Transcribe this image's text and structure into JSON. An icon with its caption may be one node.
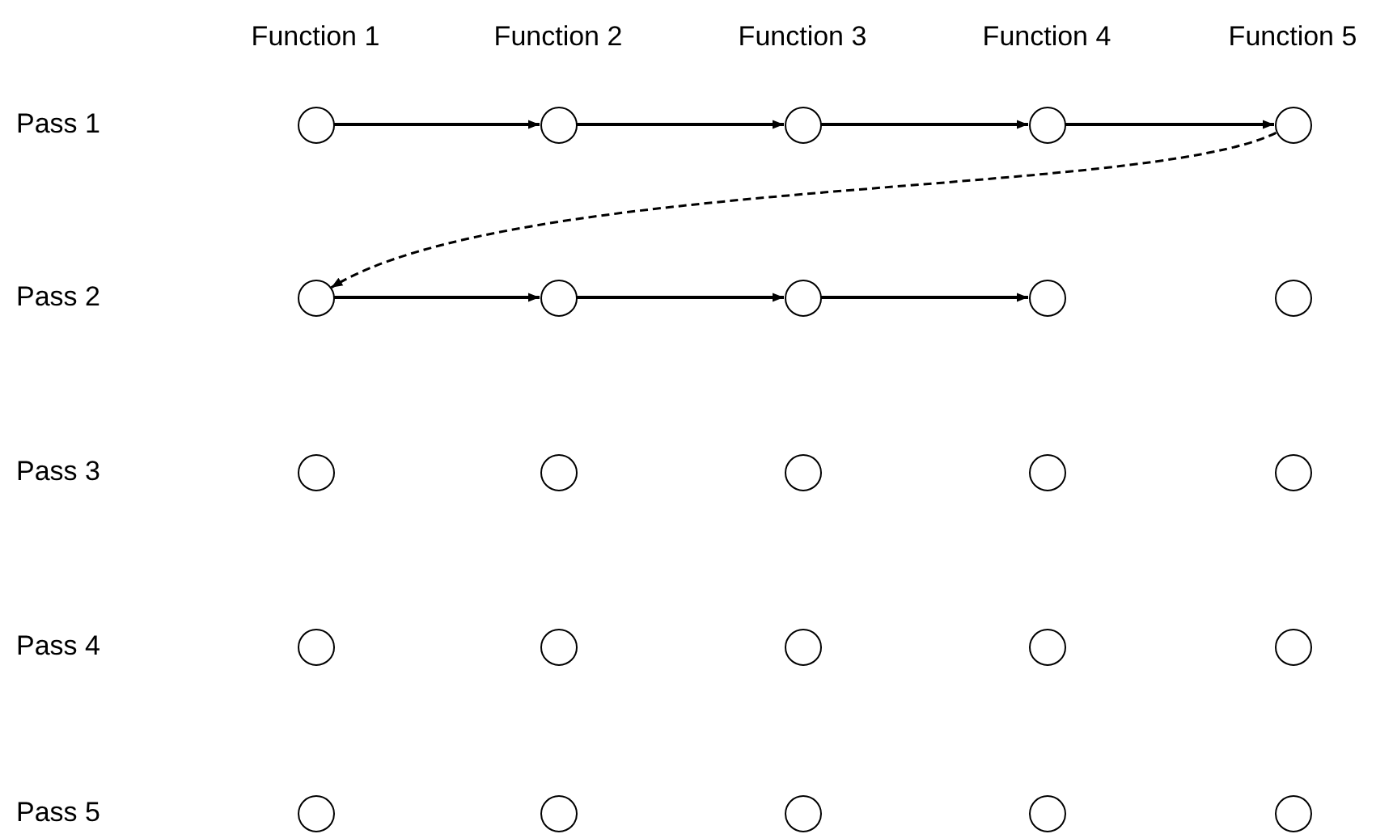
{
  "diagram": {
    "nodes": [
      {
        "text": [],
        "shape": "circle"
      },
      {
        "text": [],
        "shape": "circle"
      },
      {
        "text": [],
        "shape": "circle"
      },
      {
        "text": [],
        "shape": "circle"
      },
      {
        "text": [],
        "shape": "circle"
      },
      {
        "text": [],
        "shape": "circle"
      },
      {
        "text": [],
        "shape": "circle"
      },
      {
        "text": [],
        "shape": "circle"
      },
      {
        "text": [],
        "shape": "circle"
      },
      {
        "text": [],
        "shape": "circle"
      },
      {
        "text": [],
        "shape": "circle"
      },
      {
        "text": [],
        "shape": "circle"
      },
      {
        "text": [],
        "shape": "circle"
      },
      {
        "text": [],
        "shape": "circle"
      },
      {
        "text": [],
        "shape": "circle"
      },
      {
        "text": [],
        "shape": "circle"
      },
      {
        "text": [],
        "shape": "circle"
      },
      {
        "text": [],
        "shape": "circle"
      },
      {
        "text": [],
        "shape": "circle"
      },
      {
        "text": [],
        "shape": "circle"
      },
      {
        "text": [],
        "shape": "circle"
      },
      {
        "text": [],
        "shape": "circle"
      },
      {
        "text": [],
        "shape": "circle"
      },
      {
        "text": [],
        "shape": "circle"
      },
      {
        "text": [],
        "shape": "circle"
      }
    ],
    "edges": [
      {
        "from": 0,
        "to": 1,
        "arrow": "to"
      },
      {
        "from": 1,
        "to": 2,
        "arrow": "to"
      },
      {
        "from": 2,
        "to": 3,
        "arrow": "to"
      },
      {
        "from": 3,
        "to": 4,
        "arrow": "to"
      },
      {
        "from": 4,
        "to": 5,
        "arrow": "to",
        "style": "dashed"
      },
      {
        "from": 5,
        "to": 6,
        "arrow": "to"
      },
      {
        "from": 6,
        "to": 7,
        "arrow": "to"
      },
      {
        "from": 7,
        "to": 8,
        "arrow": "to"
      }
    ],
    "labels": [
      "Function 1",
      "Function 2",
      "Function 3",
      "Function 4",
      "Function 5",
      "Pass 1",
      "Pass 2",
      "Pass 3",
      "Pass 4",
      "Pass 5"
    ]
  }
}
